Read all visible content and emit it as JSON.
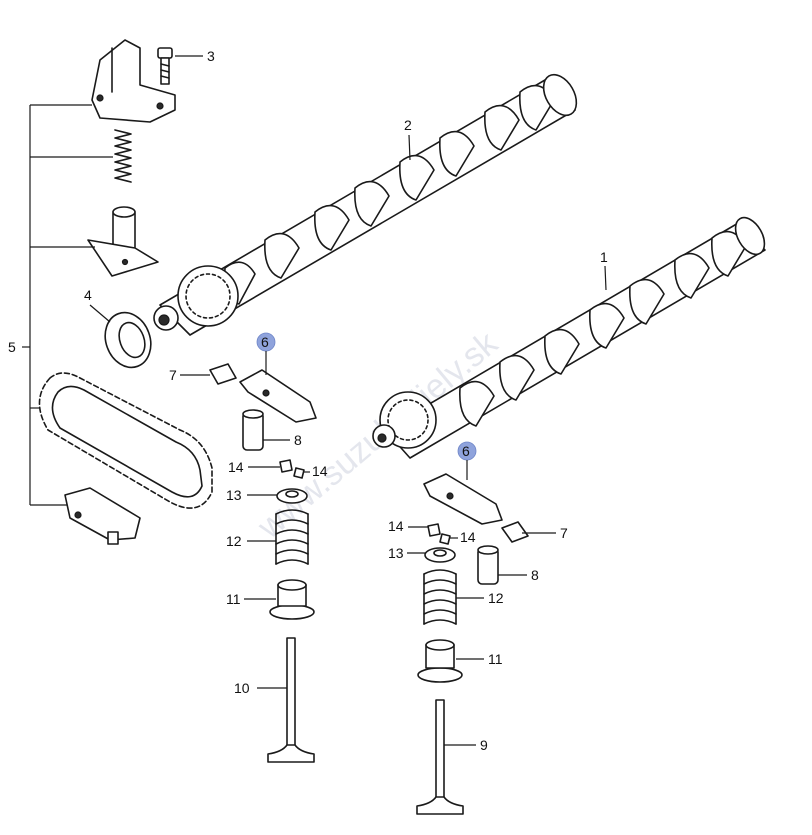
{
  "watermark": "www.suzuki-diely.sk",
  "colors": {
    "line": "#1a1a1a",
    "highlight": "#8fa3dc",
    "background": "#ffffff"
  },
  "callouts": {
    "c1": "1",
    "c2": "2",
    "c3": "3",
    "c4": "4",
    "c5": "5",
    "c6a": "6",
    "c6b": "6",
    "c7a": "7",
    "c7b": "7",
    "c8a": "8",
    "c8b": "8",
    "c9": "9",
    "c10": "10",
    "c11a": "11",
    "c11b": "11",
    "c12a": "12",
    "c12b": "12",
    "c13a": "13",
    "c13b": "13",
    "c14a": "14",
    "c14b": "14",
    "c14c": "14",
    "c14d": "14"
  }
}
